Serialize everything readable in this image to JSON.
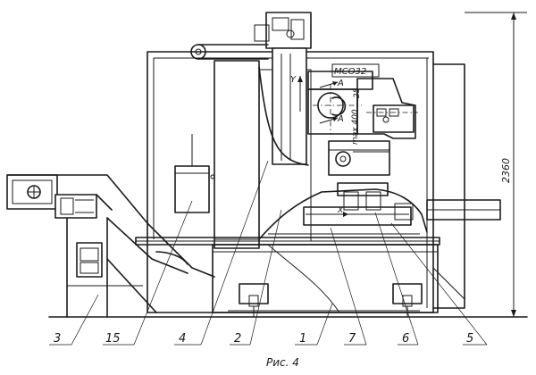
{
  "figure": {
    "caption": "Рис. 4",
    "dimension_label": "2360",
    "model_label": "МСО32",
    "travel_label": "max 400",
    "offset_label": "25",
    "section_labels": [
      "А",
      "А"
    ],
    "axis_x": "X",
    "axis_y": "Y"
  },
  "callouts": [
    "3",
    "15",
    "4",
    "2",
    "1",
    "7",
    "6",
    "5"
  ]
}
